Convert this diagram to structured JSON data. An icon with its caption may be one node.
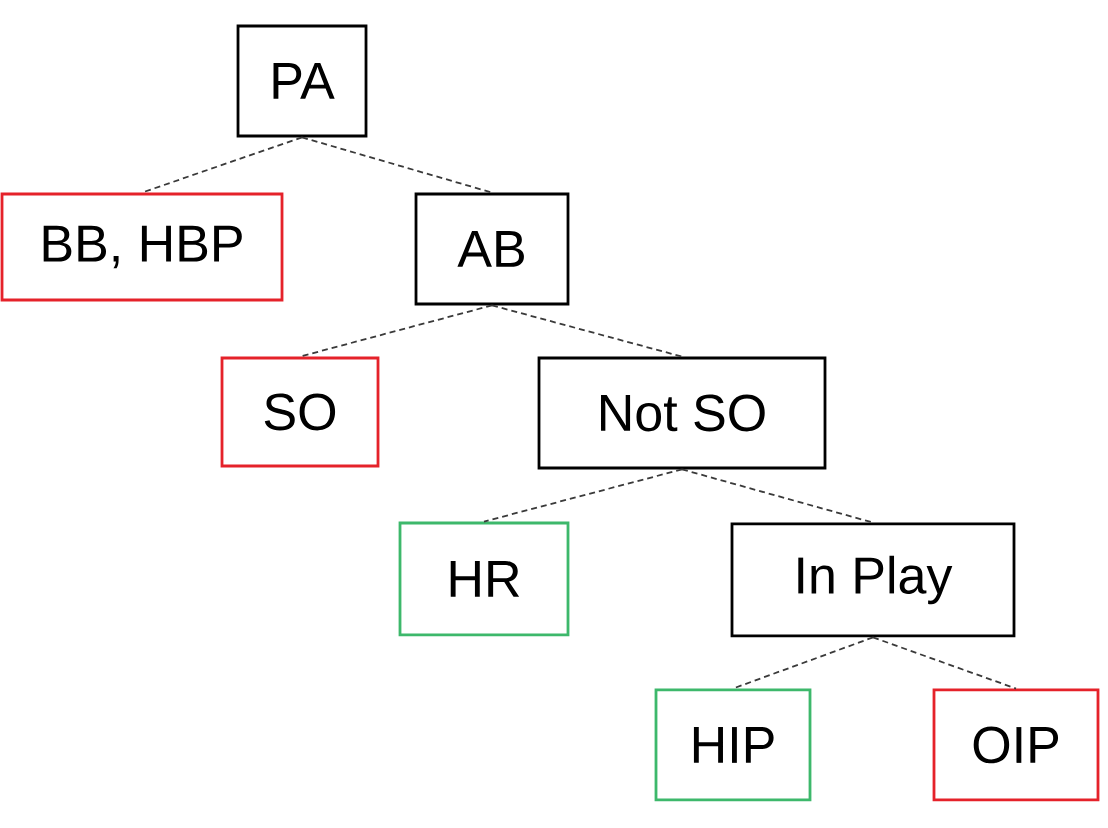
{
  "diagram": {
    "nodes": [
      {
        "text": [
          "PA"
        ]
      },
      {
        "text": [
          "BB, HBP"
        ]
      },
      {
        "text": [
          "AB"
        ]
      },
      {
        "text": [
          "SO"
        ]
      },
      {
        "text": [
          "Not SO"
        ]
      },
      {
        "text": [
          "HR"
        ]
      },
      {
        "text": [
          "In Play"
        ]
      },
      {
        "text": [
          "HIP"
        ]
      },
      {
        "text": [
          "OIP"
        ]
      }
    ],
    "edges": [
      {
        "from": 0,
        "to": 1,
        "arrow": "none",
        "style": "dashed"
      },
      {
        "from": 0,
        "to": 2,
        "arrow": "none",
        "style": "dashed"
      },
      {
        "from": 2,
        "to": 3,
        "arrow": "none",
        "style": "dashed"
      },
      {
        "from": 2,
        "to": 4,
        "arrow": "none",
        "style": "dashed"
      },
      {
        "from": 4,
        "to": 5,
        "arrow": "none",
        "style": "dashed"
      },
      {
        "from": 4,
        "to": 6,
        "arrow": "none",
        "style": "dashed"
      },
      {
        "from": 6,
        "to": 7,
        "arrow": "none",
        "style": "dashed"
      },
      {
        "from": 6,
        "to": 8,
        "arrow": "none",
        "style": "dashed"
      }
    ]
  }
}
